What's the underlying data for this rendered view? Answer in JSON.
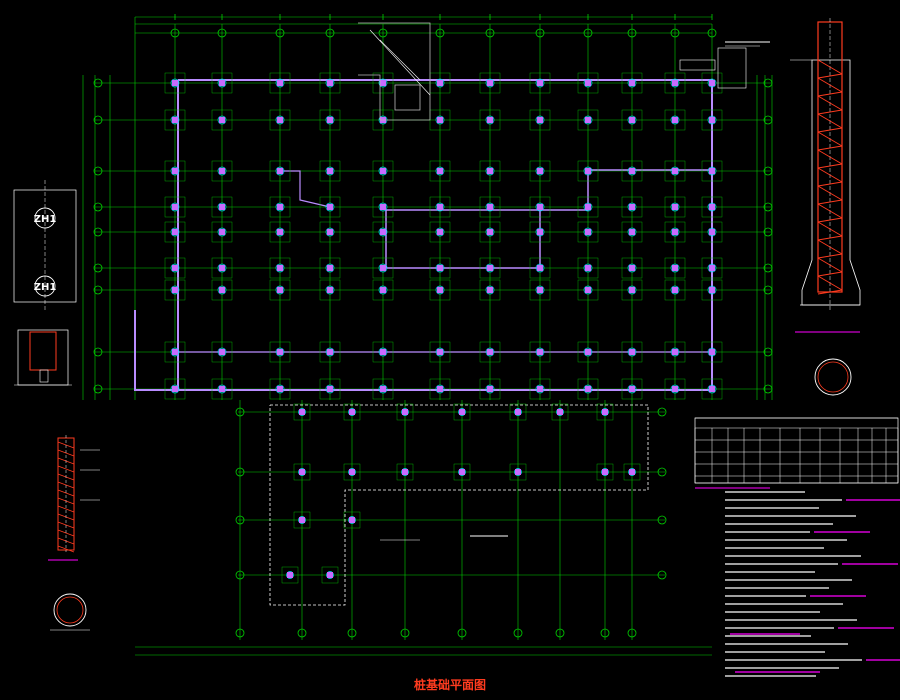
{
  "drawing": {
    "title": "桩基础平面图",
    "pile_label_top": "ZH1",
    "pile_label_bottom": "ZH1",
    "colors": {
      "background": "#000000",
      "grid": "#00d200",
      "column": "#c86bff",
      "wall": "#b98cff",
      "pile_ring": "#00e0ff",
      "rebar": "#ff3b1f",
      "text": "#ffffff",
      "note": "#ff00ff"
    }
  }
}
